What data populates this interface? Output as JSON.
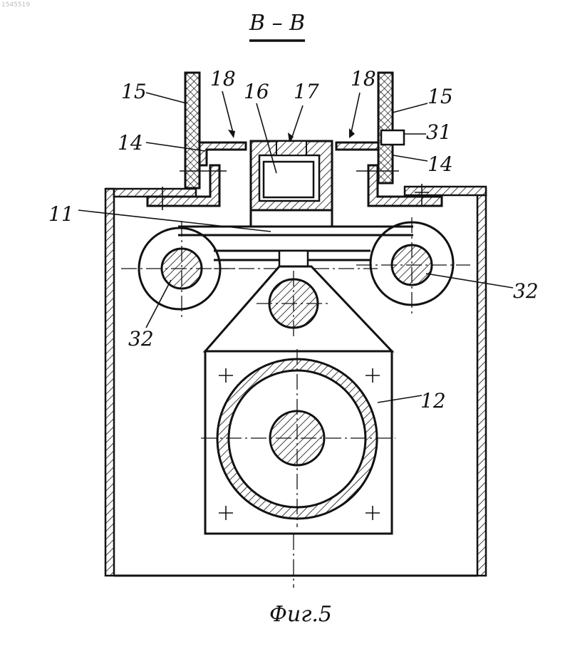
{
  "stamp": "1545519",
  "title": "B – B",
  "caption": "Фиг.5",
  "labels": {
    "l15a": "15",
    "l18a": "18",
    "l16": "16",
    "l17": "17",
    "l18b": "18",
    "l15b": "15",
    "l14a": "14",
    "l31": "31",
    "l14b": "14",
    "l11": "11",
    "l32a": "32",
    "l32b": "32",
    "l12": "12"
  }
}
